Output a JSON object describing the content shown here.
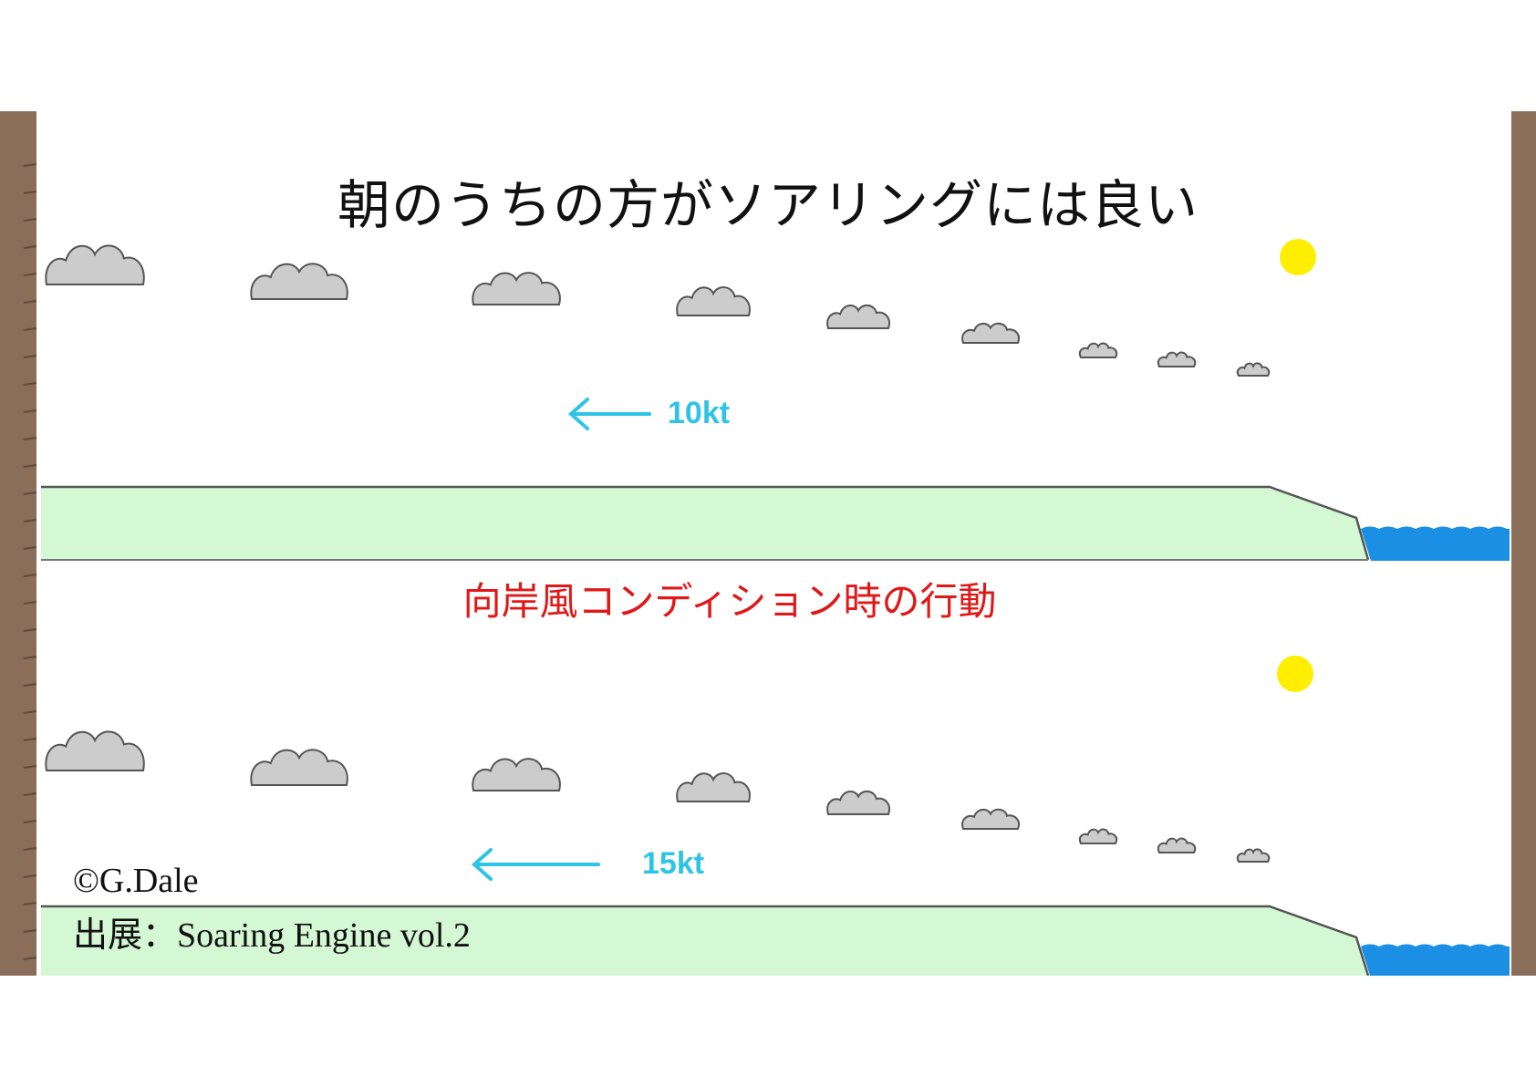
{
  "title": "朝のうちの方がソアリングには良い",
  "subtitle": "向岸風コンディション時の行動",
  "panels": [
    {
      "wind_label": "10kt"
    },
    {
      "wind_label": "15kt"
    }
  ],
  "credits": {
    "copyright": "©G.Dale",
    "source": "出展：Soaring Engine vol.2"
  },
  "colors": {
    "frame": "#8b6e59",
    "land": "#d4f7d4",
    "sea": "#1a8fe3",
    "cloud": "#cccccc",
    "sun": "#ffee00",
    "wind_arrow": "#2ec4e6",
    "title": "#111111",
    "subtitle": "#e01818"
  },
  "icons": [
    "cloud-icon",
    "sun-icon",
    "wind-arrow-icon"
  ]
}
